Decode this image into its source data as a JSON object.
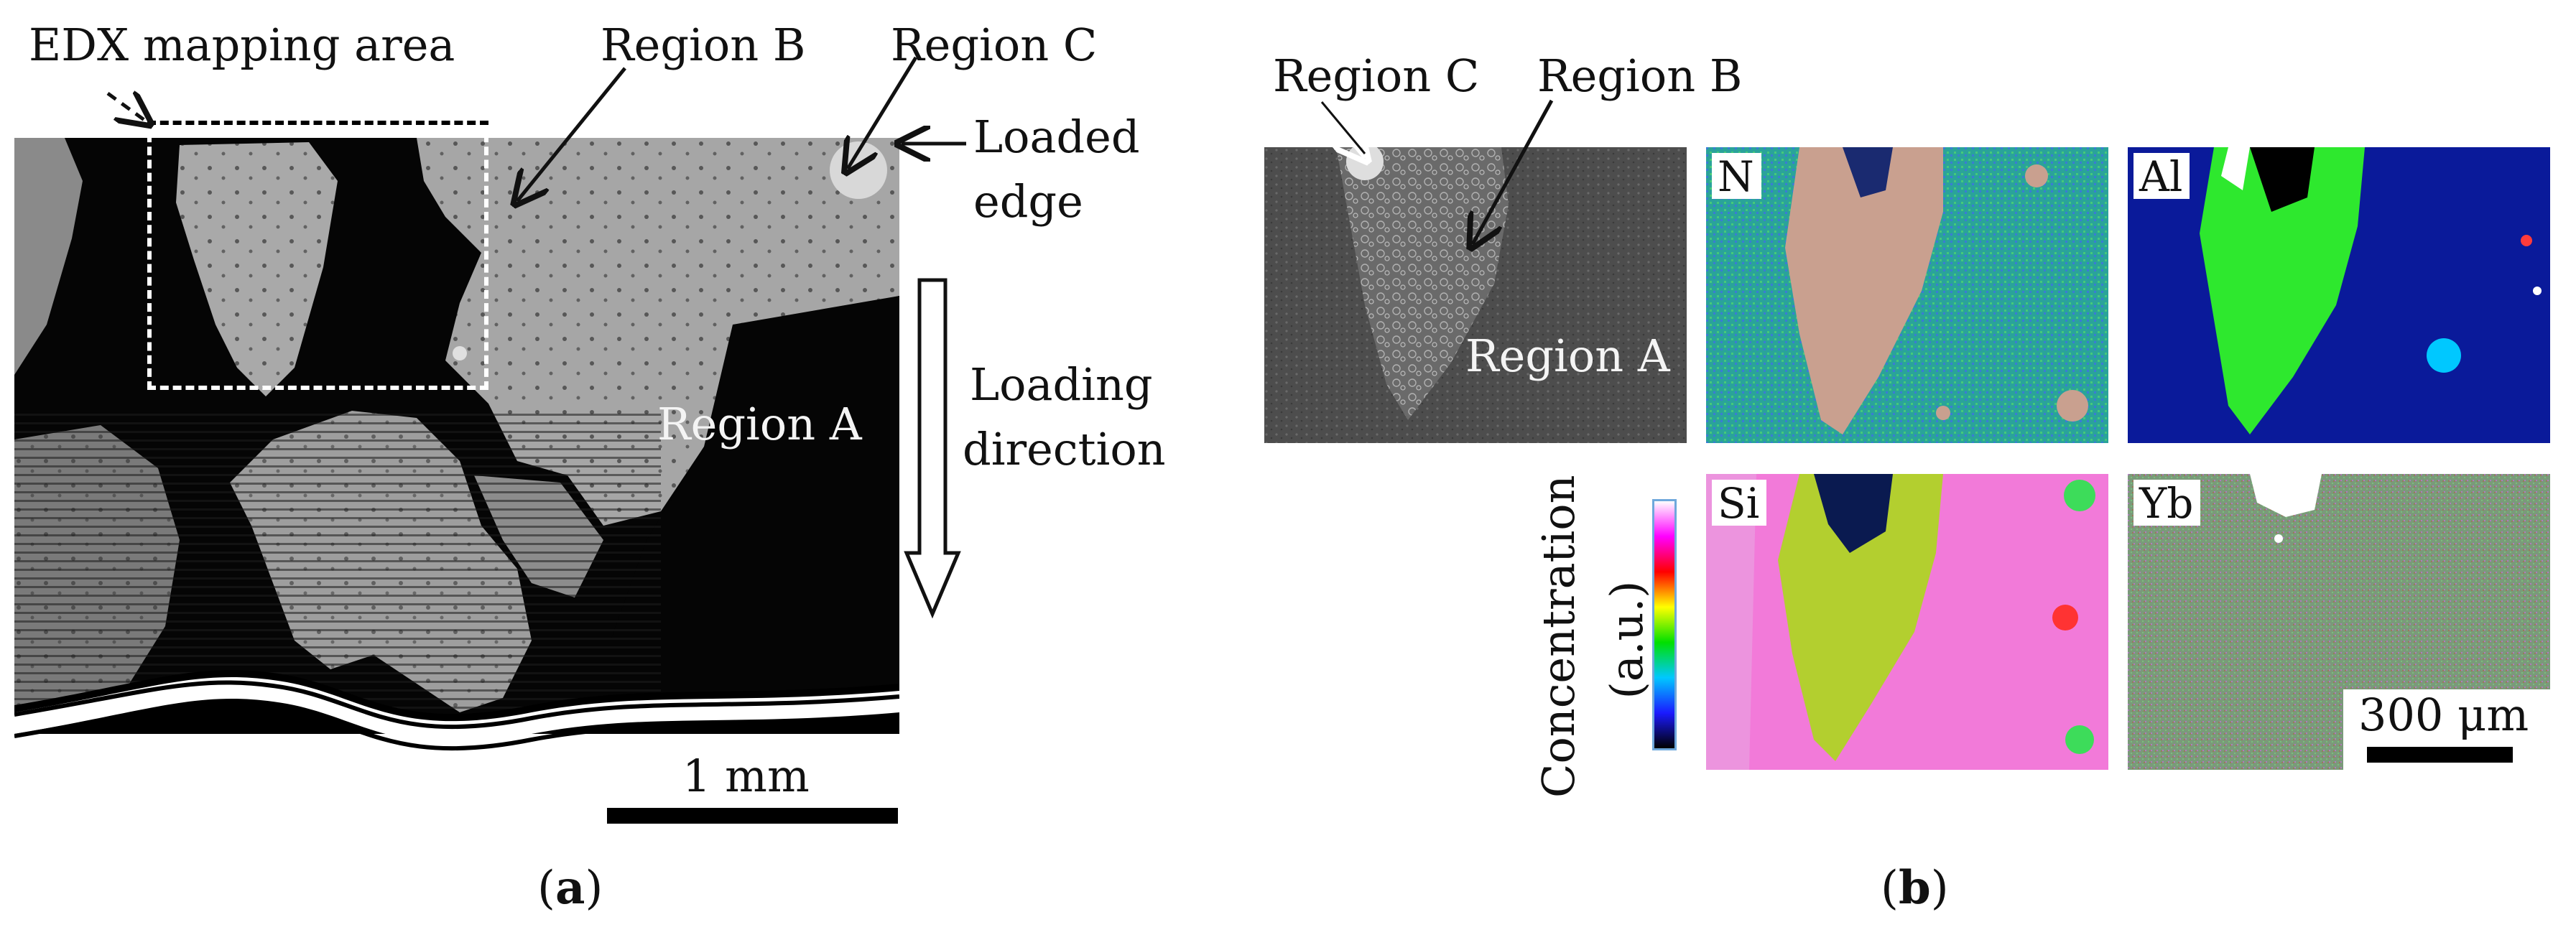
{
  "panel_a": {
    "letter": "a",
    "labels": {
      "edx_area": "EDX mapping area",
      "region_b": "Region B",
      "region_c": "Region C",
      "loaded_edge_line1": "Loaded",
      "loaded_edge_line2": "edge",
      "loading_dir_line1": "Loading",
      "loading_dir_line2": "direction",
      "region_a": "Region A"
    },
    "scale_bar": "1 mm"
  },
  "panel_b": {
    "letter": "b",
    "labels": {
      "region_c": "Region C",
      "region_b": "Region B",
      "region_a": "Region A"
    },
    "maps": [
      {
        "element": "N"
      },
      {
        "element": "Al"
      },
      {
        "element": "Si"
      },
      {
        "element": "Yb"
      }
    ],
    "colorbar": {
      "label_line1": "Concentration",
      "label_line2": "(a.u.)",
      "colors": [
        "#000000",
        "#1a1aff",
        "#00c8ff",
        "#00e000",
        "#ffff00",
        "#ff0000",
        "#ff00ff",
        "#ffffff"
      ]
    },
    "scale_bar": "300 μm"
  }
}
